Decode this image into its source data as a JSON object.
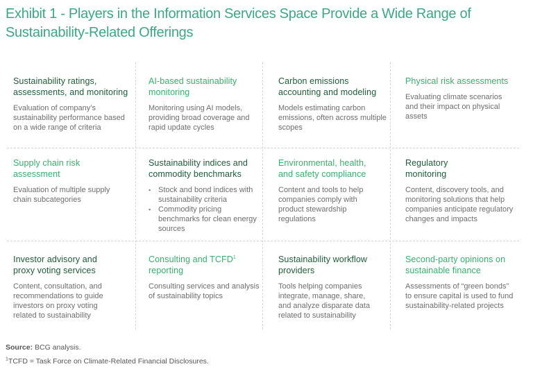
{
  "title": "Exhibit 1 - Players in the Information Services Space Provide a Wide Range of Sustainability-Related Offerings",
  "cells": [
    {
      "heading": "Sustainability ratings, assessments, and monitoring",
      "tone": "dark",
      "body": "Evaluation of company’s sustainability performance based on a wide range of criteria"
    },
    {
      "heading": "AI-based sustainability monitoring",
      "tone": "light",
      "body": "Monitoring using AI models, providing broad coverage and rapid update cycles"
    },
    {
      "heading": "Carbon emissions accounting and modeling",
      "tone": "dark",
      "body": "Models estimating carbon emissions, often across multiple scopes"
    },
    {
      "heading": "Physical risk assessments",
      "tone": "light",
      "body": "Evaluating climate scenarios and their impact on physical assets"
    },
    {
      "heading": "Supply chain risk assessment",
      "tone": "light",
      "body": "Evaluation of multiple supply chain subcategories"
    },
    {
      "heading": "Sustainability indices and commodity benchmarks",
      "tone": "dark",
      "bullets": [
        "Stock and bond indices with sustainability criteria",
        "Commodity pricing benchmarks for clean energy sources"
      ]
    },
    {
      "heading": "Environmental, health, and safety compliance",
      "tone": "light",
      "body": "Content and tools to help companies comply with product stewardship regulations"
    },
    {
      "heading": "Regulatory monitoring",
      "tone": "dark",
      "body": "Content, discovery tools, and monitoring solutions that help companies anticipate regulatory changes and impacts"
    },
    {
      "heading": "Investor advisory and proxy voting services",
      "tone": "dark",
      "body": "Content, consultation, and recommendations to guide investors on proxy voting related to sustainability"
    },
    {
      "heading_main": "Consulting and TCFD",
      "heading_sup": "1",
      "heading_tail": "reporting",
      "tone": "light",
      "body": "Consulting services and analysis of sustainability topics"
    },
    {
      "heading": "Sustainability workflow providers",
      "tone": "dark",
      "body": "Tools helping companies integrate, manage, share, and analyze disparate data related to sustainability"
    },
    {
      "heading": "Second-party opinions on sustainable finance",
      "tone": "light",
      "body": "Assessments of “green bonds” to ensure capital is used to fund sustainability-related projects"
    }
  ],
  "footer": {
    "source_label": "Source:",
    "source_text": "BCG analysis.",
    "footnote_sup": "1",
    "footnote_text": "TCFD = Task Force on Climate-Related Financial Disclosures."
  },
  "colors": {
    "title": "#3aa982",
    "dark_green": "#1d5c3a",
    "light_green": "#33b26c",
    "body": "#6e6e6e"
  }
}
